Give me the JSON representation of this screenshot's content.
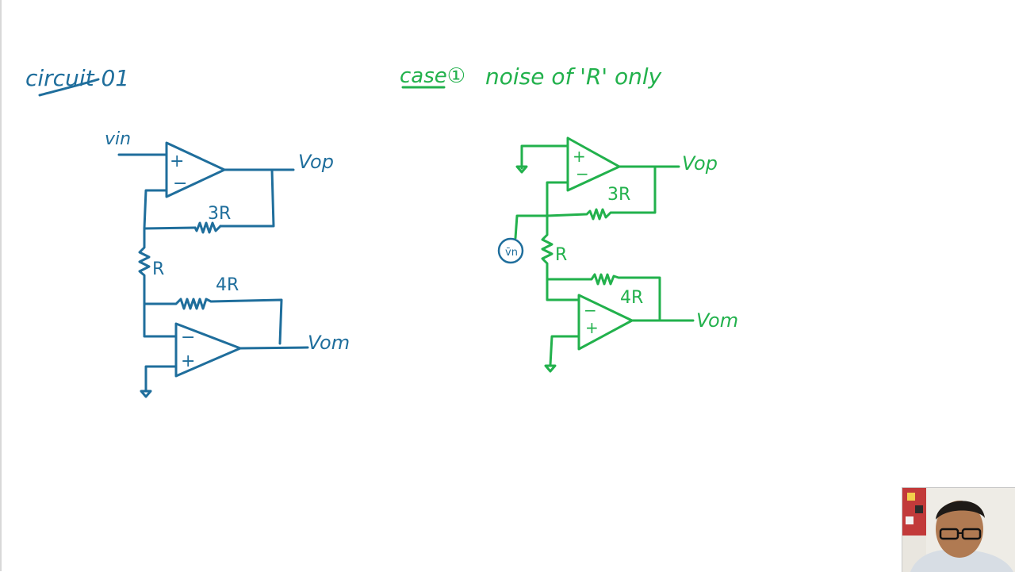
{
  "colors": {
    "blue": "#1f6e9c",
    "green": "#22b14c",
    "background": "#ffffff"
  },
  "left": {
    "title": "circuit 01",
    "vin": "vin",
    "plus_top": "+",
    "minus_top": "−",
    "vop": "Vop",
    "r3": "3R",
    "r": "R",
    "r4": "4R",
    "minus_bottom": "−",
    "plus_bottom": "+",
    "vom": "Vom"
  },
  "right": {
    "heading_case": "case①",
    "heading_rest": "noise of 'R' only",
    "plus_top": "+",
    "minus_top": "−",
    "vop": "Vop",
    "r3": "3R",
    "r": "R",
    "r4": "4R",
    "minus_bottom": "−",
    "plus_bottom": "+",
    "vom": "Vom",
    "noise_source": "v̄n"
  },
  "webcam": {
    "icon": "presenter-video"
  }
}
